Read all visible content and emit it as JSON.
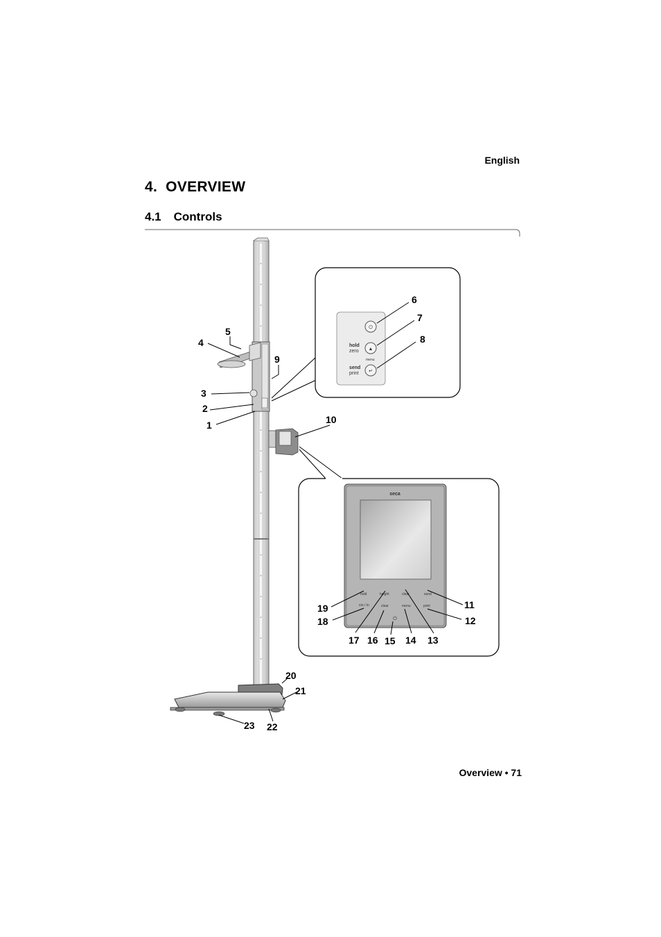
{
  "header": {
    "language": "English"
  },
  "section": {
    "number": "4.",
    "title": "OVERVIEW"
  },
  "subsection": {
    "number": "4.1",
    "title": "Controls"
  },
  "footer": {
    "text": "Overview • 71"
  },
  "figure": {
    "callouts": [
      "1",
      "2",
      "3",
      "4",
      "5",
      "6",
      "7",
      "8",
      "9",
      "10",
      "11",
      "12",
      "13",
      "14",
      "15",
      "16",
      "17",
      "18",
      "19",
      "20",
      "21",
      "22",
      "23"
    ],
    "upper_panel_labels": {
      "hold": "hold",
      "zero": "zero",
      "menu": "menu",
      "send": "send",
      "print": "print"
    },
    "display_brand": "seca",
    "display_buttons": {
      "hold": "hold",
      "cm_in": "cm / in",
      "clear": "clear",
      "menu": "menu",
      "send": "send",
      "print": "print",
      "height": "height",
      "clear2": "clear"
    }
  }
}
